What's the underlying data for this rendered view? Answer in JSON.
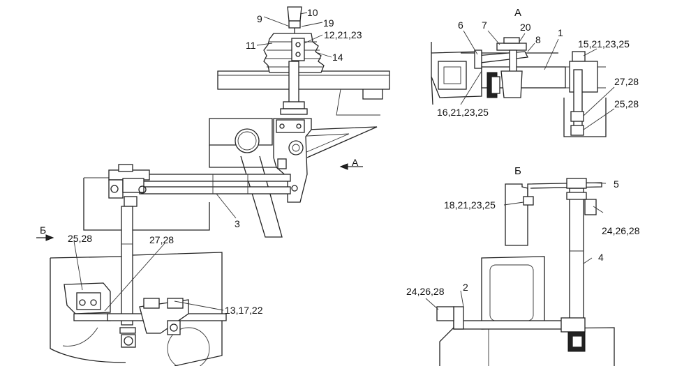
{
  "views": {
    "view_a": "А",
    "view_b": "Б",
    "arrow_a": "А",
    "arrow_b": "Б"
  },
  "main_labels": {
    "l9": "9",
    "l10": "10",
    "l19": "19",
    "l11": "11",
    "l12": "12,21,23",
    "l14": "14",
    "l3": "3",
    "l25_28": "25,28",
    "l27_28": "27,28",
    "l13": "13,17,22"
  },
  "view_a_labels": {
    "l6": "6",
    "l7": "7",
    "l20": "20",
    "l8": "8",
    "l1": "1",
    "l15": "15,21,23,25",
    "l16": "16,21,23,25",
    "l27_28": "27,28",
    "l25_28": "25,28"
  },
  "view_b_labels": {
    "l18": "18,21,23,25",
    "l5": "5",
    "l24_top": "24,26,28",
    "l4": "4",
    "l2": "2",
    "l24_left": "24,26,28"
  },
  "colors": {
    "ink": "#222222",
    "background": "#ffffff"
  }
}
